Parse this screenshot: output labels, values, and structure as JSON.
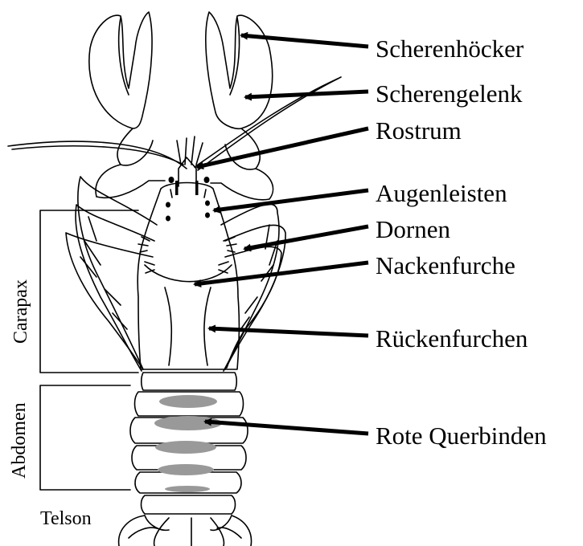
{
  "labels": {
    "scherenhoecker": "Scherenhöcker",
    "scherengelenk": "Scherengelenk",
    "rostrum": "Rostrum",
    "augenleisten": "Augenleisten",
    "dornen": "Dornen",
    "nackenfurche": "Nackenfurche",
    "rueckenfurchen": "Rückenfurchen",
    "rote_querbinden": "Rote Querbinden"
  },
  "regions": {
    "carapax": "Carapax",
    "abdomen": "Abdomen",
    "telson": "Telson"
  },
  "colors": {
    "outline": "#000000",
    "band": "#999999",
    "background": "#ffffff"
  }
}
